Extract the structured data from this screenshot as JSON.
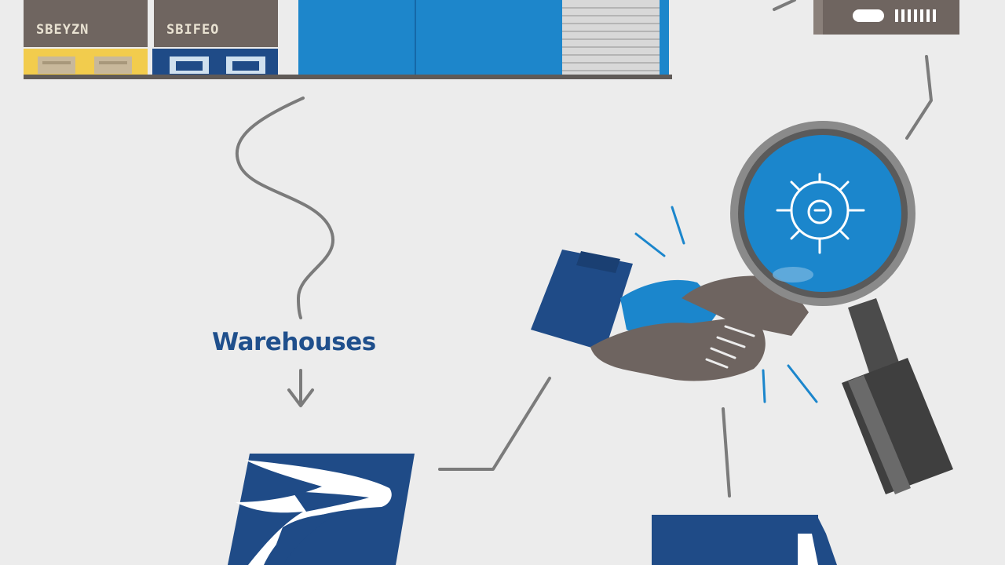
{
  "diagram": {
    "label_warehouses": "Warehouses",
    "store_signs": [
      "SBEYZN",
      "SBIFEO"
    ],
    "colors": {
      "navy": "#1f4b87",
      "blue": "#1b86cc",
      "brown": "#6e6460",
      "yellow": "#f2cc4d",
      "connector": "#7b7b7b",
      "background": "#ececec"
    },
    "icons": [
      "storefront-icon",
      "server-icon",
      "magnifying-glass-icon",
      "gear-lightbulb-icon",
      "handshake-icon",
      "postal-eagle-logo",
      "delivery-truck-icon"
    ]
  }
}
